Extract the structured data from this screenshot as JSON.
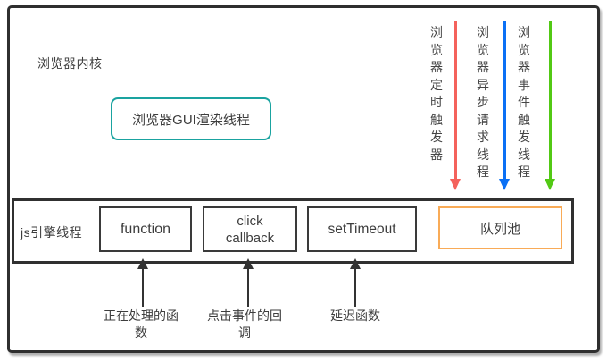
{
  "colors": {
    "frame_border": "#2f2f2f",
    "box_border": "#3a3a3a",
    "gui_box_border": "#1aa3a0",
    "queue_box_border": "#f9ab57",
    "timer_arrow": "#f4625c",
    "async_arrow": "#0a70f5",
    "event_arrow": "#52c914",
    "text": "#3d3d3d"
  },
  "kernel": {
    "title": "浏览器内核",
    "gui_thread_label": "浏览器GUI渲染线程"
  },
  "browser_threads": [
    {
      "label": "浏览器定时触发器",
      "color": "#f4625c"
    },
    {
      "label": "浏览器异步请求线程",
      "color": "#0a70f5"
    },
    {
      "label": "浏览器事件触发线程",
      "color": "#52c914"
    }
  ],
  "js_engine": {
    "label": "js引擎线程",
    "function_box": "function",
    "click_box": "click callback",
    "settimeout_box": "setTimeout",
    "queue_box": "队列池"
  },
  "annotations": [
    {
      "label": "正在处理的函数"
    },
    {
      "label": "点击事件的回调"
    },
    {
      "label": "延迟函数"
    }
  ]
}
